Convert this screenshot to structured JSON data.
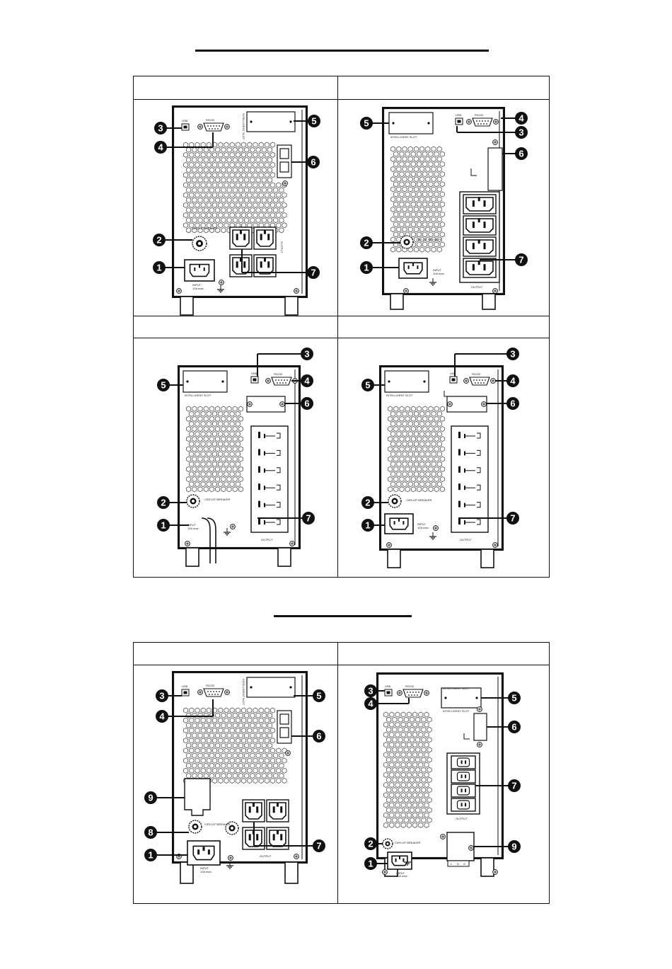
{
  "colors": {
    "ink": "#111111",
    "vent": "#555555",
    "paper": "#ffffff"
  },
  "callouts": [
    "1",
    "2",
    "3",
    "4",
    "5",
    "6",
    "7",
    "8",
    "9"
  ],
  "panel_labels": {
    "usb": "USB",
    "rs232": "RS232",
    "intelligent_slot": "INTELLIGENT SLOT",
    "circuit_breaker": "CIRCUIT BREAKER",
    "input": "INPUT",
    "input_rating": "10A max.",
    "output": "OUTPUT"
  },
  "terminal_letters": [
    "L",
    "N",
    "G"
  ]
}
